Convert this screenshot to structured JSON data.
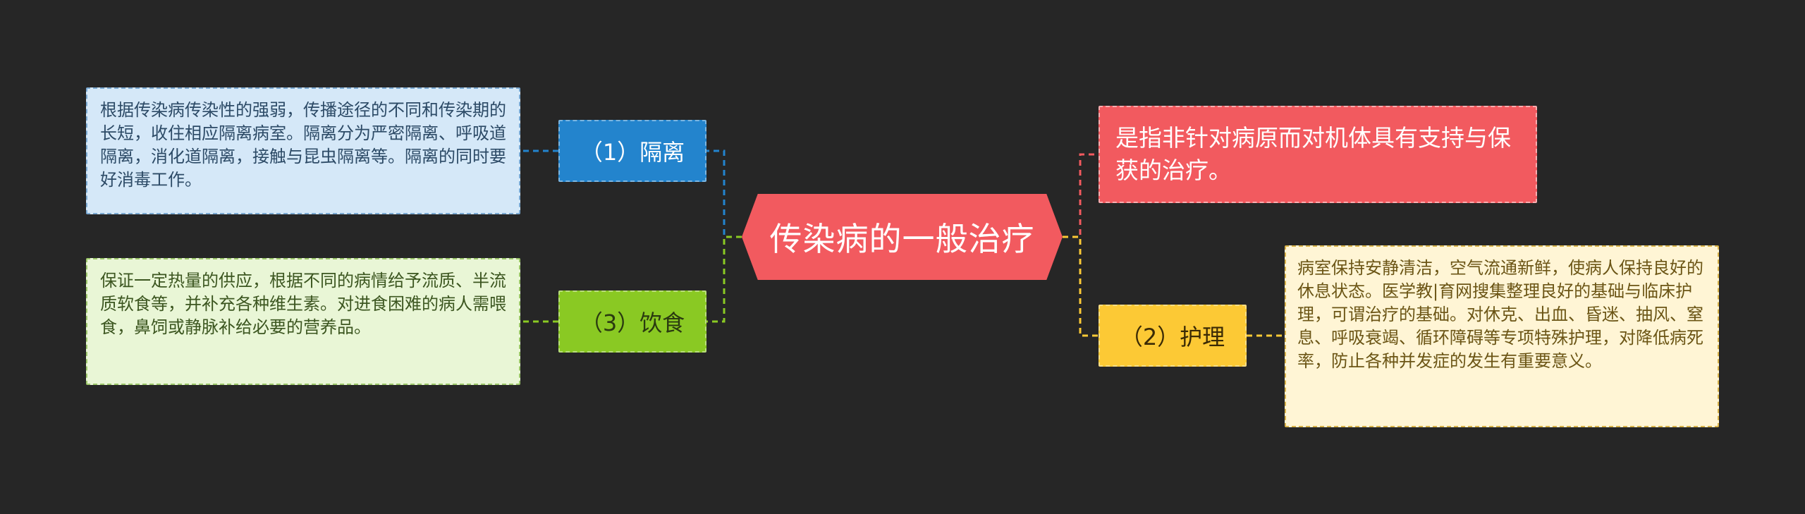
{
  "center": {
    "label": "传染病的一般治疗"
  },
  "branches": {
    "isolation": {
      "label": "（1）隔离",
      "detail": "根据传染病传染性的强弱，传播途径的不同和传染期的长短，收住相应隔离病室。隔离分为严密隔离、呼吸道隔离，消化道隔离，接触与昆虫隔离等。隔离的同时要好消毒工作。"
    },
    "diet": {
      "label": "（3）饮食",
      "detail": "保证一定热量的供应，根据不同的病情给予流质、半流质软食等，并补充各种维生素。对进食困难的病人需喂食，鼻饲或静脉补给必要的营养品。"
    },
    "definition": {
      "label": "是指非针对病原而对机体具有支持与保获的治疗。"
    },
    "care": {
      "label": "（2）护理",
      "detail": "病室保持安静清洁，空气流通新鲜，使病人保持良好的休息状态。医学教|育网搜集整理良好的基础与临床护理，可谓治疗的基础。对休克、出血、昏迷、抽风、窒息、呼吸衰竭、循环障碍等专项特殊护理，对降低病死率，防止各种并发症的发生有重要意义。"
    }
  },
  "colors": {
    "background": "#262626",
    "center": "#f25a5f",
    "isolation": "#2384cd",
    "diet": "#8ac923",
    "definition": "#f25a5f",
    "care": "#fcc935"
  }
}
